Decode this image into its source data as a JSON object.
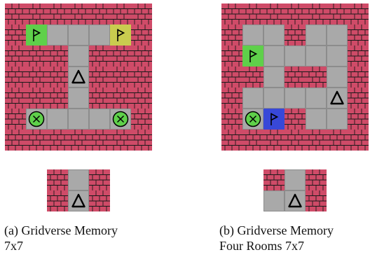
{
  "colors": {
    "wall": "#cf4b68",
    "mortar": "#1a1a1a",
    "floor": "#a9a9a9",
    "floor_line": "#8c8c8c",
    "flag_green": "#5fd04a",
    "flag_yellow": "#c9cc4f",
    "flag_blue": "#3848d8",
    "exit": "#5fd04a",
    "outline": "#000000"
  },
  "panels": [
    {
      "id": "a",
      "caption": [
        "(a) Gridverse Memory",
        "7x7"
      ],
      "grid": [
        "WWWWWWW",
        "WGFFFYW",
        "WWWFWWW",
        "WWWAWWW",
        "WWWFWWW",
        "WXFFFXW",
        "WWWWWWW"
      ],
      "view": [
        "WFW",
        "WAW"
      ]
    },
    {
      "id": "b",
      "caption": [
        "(b) Gridverse Memory",
        "Four Rooms 7x7"
      ],
      "grid": [
        "WWWWWWW",
        "WFFWFFW",
        "WGFFFFW",
        "WWFWWFW",
        "WFFFFAW",
        "WXBWFFW",
        "WWWWWWW"
      ],
      "view": [
        "WFW",
        "FAW"
      ]
    }
  ],
  "legend": {
    "W": "wall",
    "F": "floor",
    "A": "agent",
    "G": "green-flag",
    "Y": "yellow-flag",
    "B": "blue-flag",
    "X": "exit"
  }
}
